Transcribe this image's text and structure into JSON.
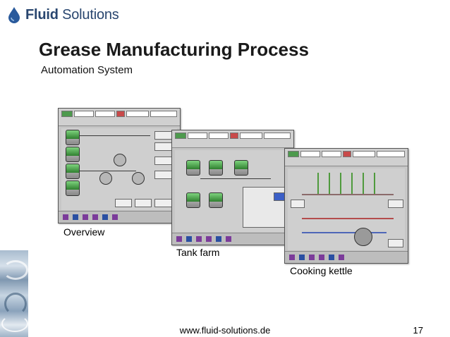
{
  "logo": {
    "brand_bold": "Fluid",
    "brand_rest": " Solutions",
    "icon": "water-drop-icon"
  },
  "title": "Grease Manufacturing Process",
  "subtitle": "Automation System",
  "screenshots": [
    {
      "caption": "Overview"
    },
    {
      "caption": "Tank farm"
    },
    {
      "caption": "Cooking kettle"
    }
  ],
  "footer": {
    "url": "www.fluid-solutions.de",
    "page_number": "17"
  },
  "colors": {
    "brand": "#29466f",
    "tank_green": "#3f9a3f",
    "hmi_gray": "#c6c6c6"
  }
}
